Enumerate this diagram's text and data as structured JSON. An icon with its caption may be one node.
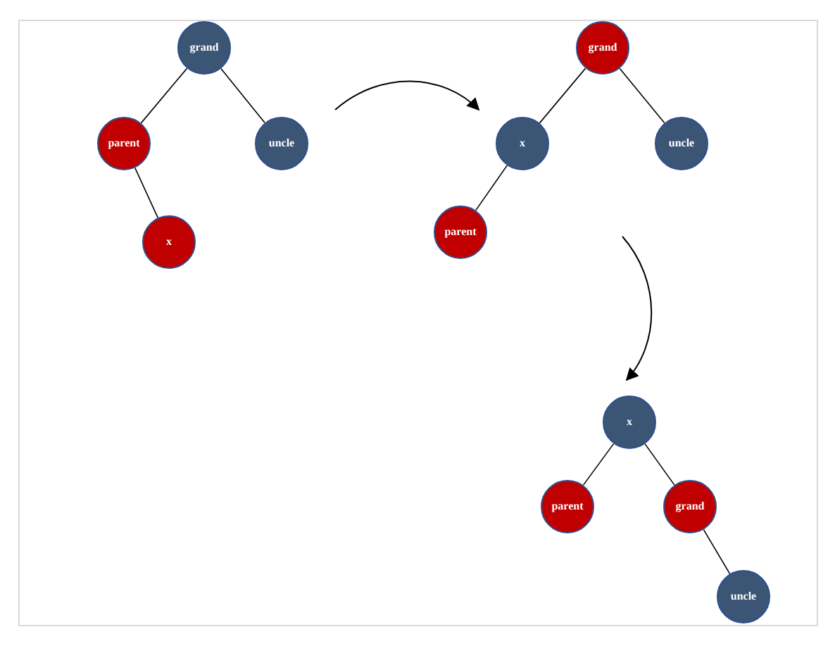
{
  "diagram": {
    "nodes": [
      {
        "text": [
          "grand"
        ]
      },
      {
        "text": [
          "parent"
        ]
      },
      {
        "text": [
          "uncle"
        ]
      },
      {
        "text": [
          "x"
        ]
      },
      {
        "text": [
          "grand"
        ]
      },
      {
        "text": [
          "x"
        ]
      },
      {
        "text": [
          "uncle"
        ]
      },
      {
        "text": [
          "parent"
        ]
      },
      {
        "text": [
          "x"
        ]
      },
      {
        "text": [
          "parent"
        ]
      },
      {
        "text": [
          "grand"
        ]
      },
      {
        "text": [
          "uncle"
        ]
      }
    ],
    "edges": [
      {
        "from": 0,
        "to": 1,
        "arrow": "none"
      },
      {
        "from": 0,
        "to": 2,
        "arrow": "none"
      },
      {
        "from": 1,
        "to": 3,
        "arrow": "none"
      },
      {
        "from": 4,
        "to": 5,
        "arrow": "none"
      },
      {
        "from": 4,
        "to": 6,
        "arrow": "none"
      },
      {
        "from": 5,
        "to": 7,
        "arrow": "none"
      },
      {
        "from": 8,
        "to": 9,
        "arrow": "none"
      },
      {
        "from": 8,
        "to": 10,
        "arrow": "none"
      },
      {
        "from": 10,
        "to": 11,
        "arrow": "none"
      }
    ]
  }
}
